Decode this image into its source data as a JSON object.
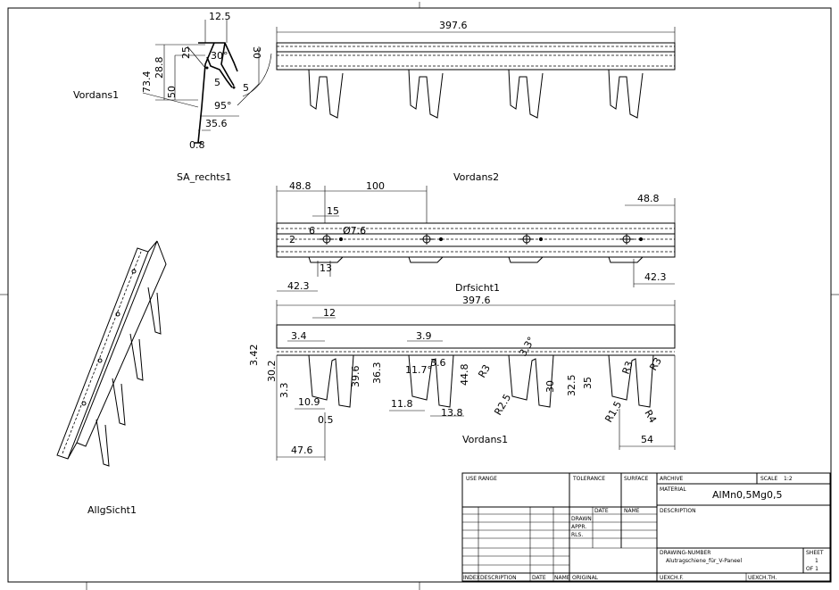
{
  "views": {
    "sa_rechts": {
      "label": "SA_rechts1",
      "callout": "Vordans1",
      "dims": [
        "12.5",
        "28.8",
        "25",
        "30°",
        "30",
        "73.4",
        "50",
        "5",
        "5",
        "95°",
        "35.6",
        "0.8"
      ]
    },
    "vordans2": {
      "label": "Vordans2",
      "dims": [
        "397.6"
      ]
    },
    "drfsicht": {
      "label": "Drfsicht1",
      "dims": [
        "48.8",
        "100",
        "15",
        "2",
        "6",
        "Ø7.6",
        "48.8",
        "13",
        "42.3",
        "42.3"
      ]
    },
    "vordans1": {
      "label": "Vordans1",
      "dims": [
        "397.6",
        "12",
        "3.4",
        "3.9",
        "3.3°",
        "3.42",
        "30.2",
        "3.3",
        "39.6",
        "36.3",
        "11.7°",
        "3.6",
        "44.8",
        "R3",
        "30",
        "32.5",
        "35",
        "R3",
        "R3",
        "10.9",
        "0.5",
        "11.8",
        "13.8",
        "R2.5",
        "R1.5",
        "R4",
        "54",
        "47.6"
      ]
    },
    "iso": {
      "label": "AllgSicht1"
    }
  },
  "title_block": {
    "use_range": "USE RANGE",
    "tolerance": "TOLERANCE",
    "surface": "SURFACE",
    "archive": "ARCHIVE",
    "scale_label": "SCALE",
    "scale_value": "1:2",
    "material_label": "MATERIAL",
    "material_value": "AlMn0,5Mg0,5",
    "date": "DATE",
    "name": "NAME",
    "description": "DESCRIPTION",
    "drawn": "DRAWN",
    "appr": "APPR.",
    "rls": "RLS.",
    "drawing_number_label": "DRAWING-NUMBER",
    "drawing_number_value": "Alutragschiene_für_V-Paneel",
    "sheet_label": "SHEET",
    "sheet_value": "1",
    "sheet_of": "OF 1",
    "index": "INDEX",
    "description_col": "DESCRIPTION",
    "date_col": "DATE",
    "name_col": "NAME",
    "original": "ORIGINAL",
    "uexchf": "UEXCH.F.",
    "uexchth": "UEXCH.TH."
  }
}
